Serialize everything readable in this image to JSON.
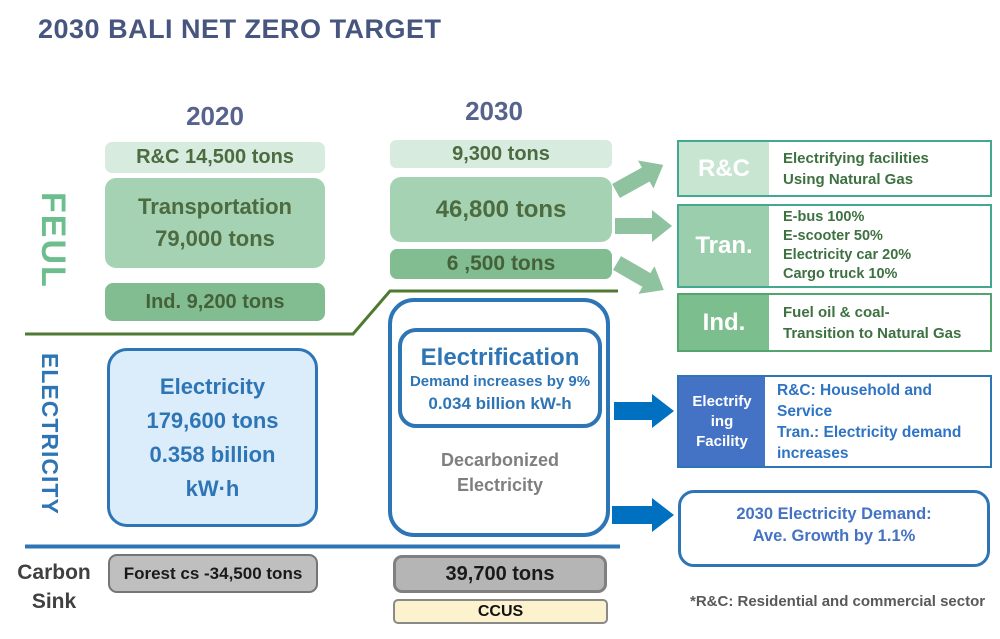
{
  "title": "2030 BALI NET ZERO TARGET",
  "headers": {
    "col_2020": "2020",
    "col_2030": "2030"
  },
  "section_labels": {
    "fuel": "FEUL",
    "electricity": "ELECTRICITY",
    "carbon_line1": "Carbon",
    "carbon_line2": "Sink"
  },
  "fuel_2020": {
    "rc": "R&C 14,500 tons",
    "transport_line1": "Transportation",
    "transport_line2": "79,000 tons",
    "ind": "Ind. 9,200 tons"
  },
  "fuel_2030": {
    "rc": "9,300 tons",
    "transport": "46,800 tons",
    "ind": "6 ,500 tons"
  },
  "electricity_2020": {
    "line1": "Electricity",
    "line2": "179,600 tons",
    "line3": "0.358 billion",
    "line4": "kW·h"
  },
  "electrification": {
    "title": "Electrification",
    "demand": "Demand increases by 9%",
    "kwh": "0.034 billion kW-h",
    "decarbonized_line1": "Decarbonized",
    "decarbonized_line2": "Electricity"
  },
  "right_panels": {
    "rc": {
      "label": "R&C",
      "line1": "Electrifying facilities",
      "line2": "Using Natural Gas"
    },
    "tran": {
      "label": "Tran.",
      "line1": "E-bus 100%",
      "line2": "E-scooter 50%",
      "line3": "Electricity car 20%",
      "line4": "Cargo truck 10%"
    },
    "ind": {
      "label": "Ind.",
      "line1": "Fuel oil & coal-",
      "line2": "Transition to Natural Gas"
    },
    "electrify": {
      "label_line1": "Electrify",
      "label_line2": "ing",
      "label_line3": "Facility",
      "line1": "R&C: Household and Service",
      "line2": "Tran.: Electricity demand",
      "line3": "increases"
    }
  },
  "demand_box": {
    "line1": "2030 Electricity Demand:",
    "line2": "Ave. Growth by 1.1%"
  },
  "footnote": "*R&C: Residential and commercial sector",
  "carbon_sink": {
    "forest": "Forest cs -34,500 tons",
    "total_2030": "39,700 tons",
    "ccus": "CCUS"
  },
  "colors": {
    "title_text": "#47567E",
    "green_light": "#D7EBDE",
    "green_mid": "#A5D2B2",
    "green_dark": "#81BD90",
    "green_text": "#4C6B40",
    "blue_accent": "#2E75B6",
    "blue_bright": "#4472C4",
    "arrow_green": "#8FC29F",
    "arrow_blue": "#0070C0",
    "divider_green": "#4E7A32",
    "gray_box": "#BFBFBF",
    "ccus_bg": "#FCF2CE"
  }
}
